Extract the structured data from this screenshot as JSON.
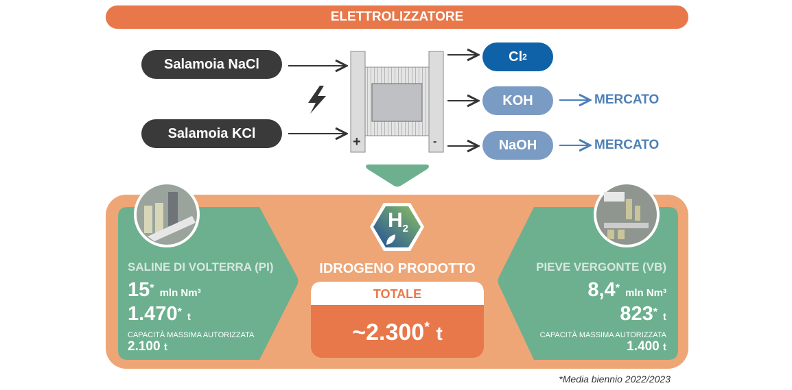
{
  "header": {
    "title": "ELETTROLIZZATORE"
  },
  "inputs": [
    {
      "label": "Salamoia NaCl"
    },
    {
      "label": "Salamoia KCl"
    }
  ],
  "electrolyzer": {
    "anode": "+",
    "cathode": "-",
    "power_icon": "lightning-icon"
  },
  "outputs": [
    {
      "label": "Cl",
      "sub": "2",
      "color": "#0F62A8"
    },
    {
      "label": "KOH",
      "destination": "MERCATO",
      "color": "#7A9BC3"
    },
    {
      "label": "NaOH",
      "destination": "MERCATO",
      "color": "#7A9BC3"
    }
  ],
  "center": {
    "h2_main": "H",
    "h2_sub": "2",
    "title": "IDROGENO PRODOTTO",
    "total_label": "TOTALE",
    "total_value": "~2.300",
    "total_star": "*",
    "total_unit": "t"
  },
  "sites": [
    {
      "name": "SALINE DI VOLTERRA (PI)",
      "volume": "15",
      "volume_unit": "mln Nm³",
      "mass": "1.470",
      "mass_unit": "t",
      "star": "*",
      "cap_label": "CAPACITÀ MASSIMA AUTORIZZATA",
      "cap_value": "2.100",
      "cap_unit": "t"
    },
    {
      "name": "PIEVE VERGONTE (VB)",
      "volume": "8,4",
      "volume_unit": "mln Nm³",
      "mass": "823",
      "mass_unit": "t",
      "star": "*",
      "cap_label": "CAPACITÀ MASSIMA AUTORIZZATA",
      "cap_value": "1.400",
      "cap_unit": "t"
    }
  ],
  "footnote": "*Media biennio 2022/2023",
  "colors": {
    "orange": "#E8774A",
    "panel": "#EEA677",
    "green": "#6DB08F",
    "dark": "#3a3a3a"
  }
}
